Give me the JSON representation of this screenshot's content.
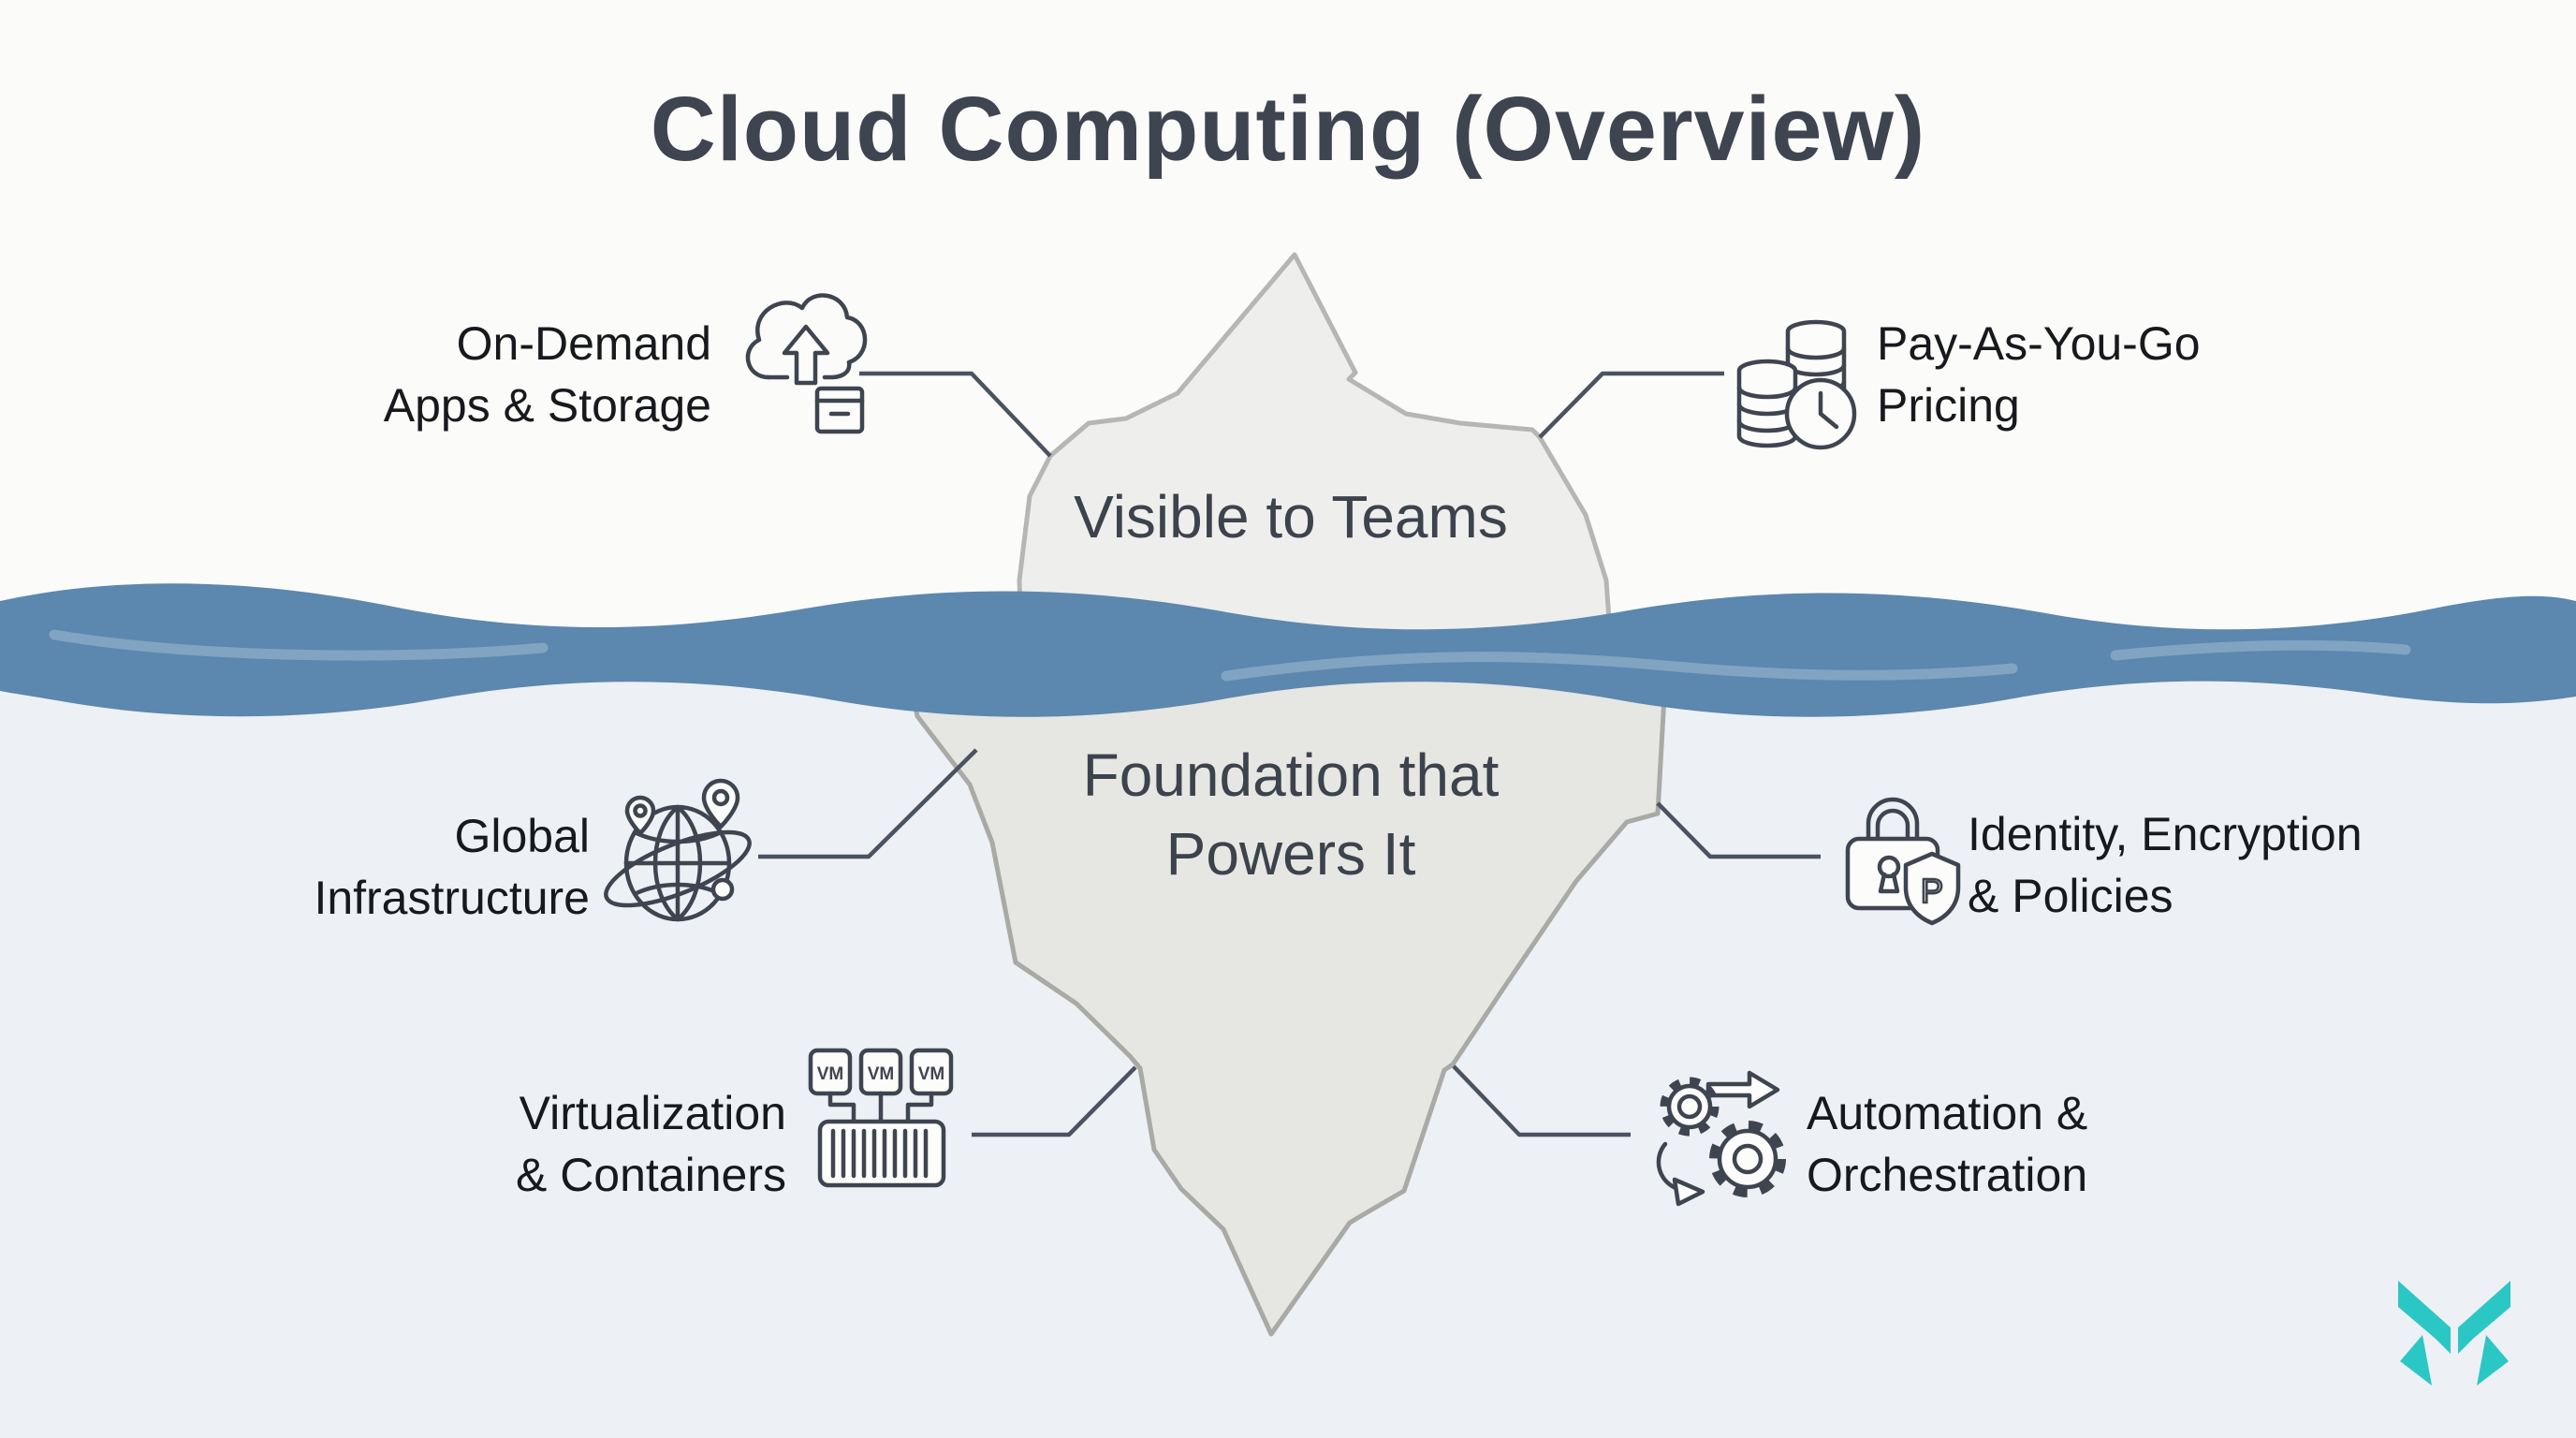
{
  "title": "Cloud Computing (Overview)",
  "iceberg": {
    "above_label": "Visible to Teams",
    "below_label": "Foundation that\nPowers It"
  },
  "items": [
    {
      "id": "on-demand-apps-storage",
      "label": "On-Demand\nApps & Storage",
      "icon": "cloud-upload-icon",
      "position": "top-left"
    },
    {
      "id": "pay-as-you-go-pricing",
      "label": "Pay-As-You-Go\nPricing",
      "icon": "coins-clock-icon",
      "position": "top-right"
    },
    {
      "id": "global-infrastructure",
      "label": "Global\nInfrastructure",
      "icon": "globe-pins-icon",
      "position": "middle-left"
    },
    {
      "id": "identity-encryption-policies",
      "label": "Identity, Encryption\n& Policies",
      "icon": "lock-shield-icon",
      "position": "middle-right"
    },
    {
      "id": "virtualization-containers",
      "label": "Virtualization\n& Containers",
      "icon": "vm-containers-icon",
      "position": "bottom-left"
    },
    {
      "id": "automation-orchestration",
      "label": "Automation &\nOrchestration",
      "icon": "gears-arrows-icon",
      "position": "bottom-right"
    }
  ],
  "icon_letters": {
    "vm": "VM",
    "shield_letter": "P"
  },
  "colors": {
    "bg_top": "#fbfbf9",
    "bg_bottom": "#edf0f4",
    "title_ink": "#3e4450",
    "label_ink": "#17191d",
    "berg_ink": "#3d434d",
    "berg_top_fill": "#eeeeec",
    "berg_top_stroke": "#b6b6b4",
    "berg_bottom_fill": "#e6e6e3",
    "berg_bottom_stroke": "#a9a9a6",
    "water": "#5c87ae",
    "water_light": "#86a9c5",
    "line": "#4b5261",
    "icon_ink": "#3f4550",
    "icon_fill": "#fcfcfb",
    "logo_teal": "#2bc7c5"
  }
}
